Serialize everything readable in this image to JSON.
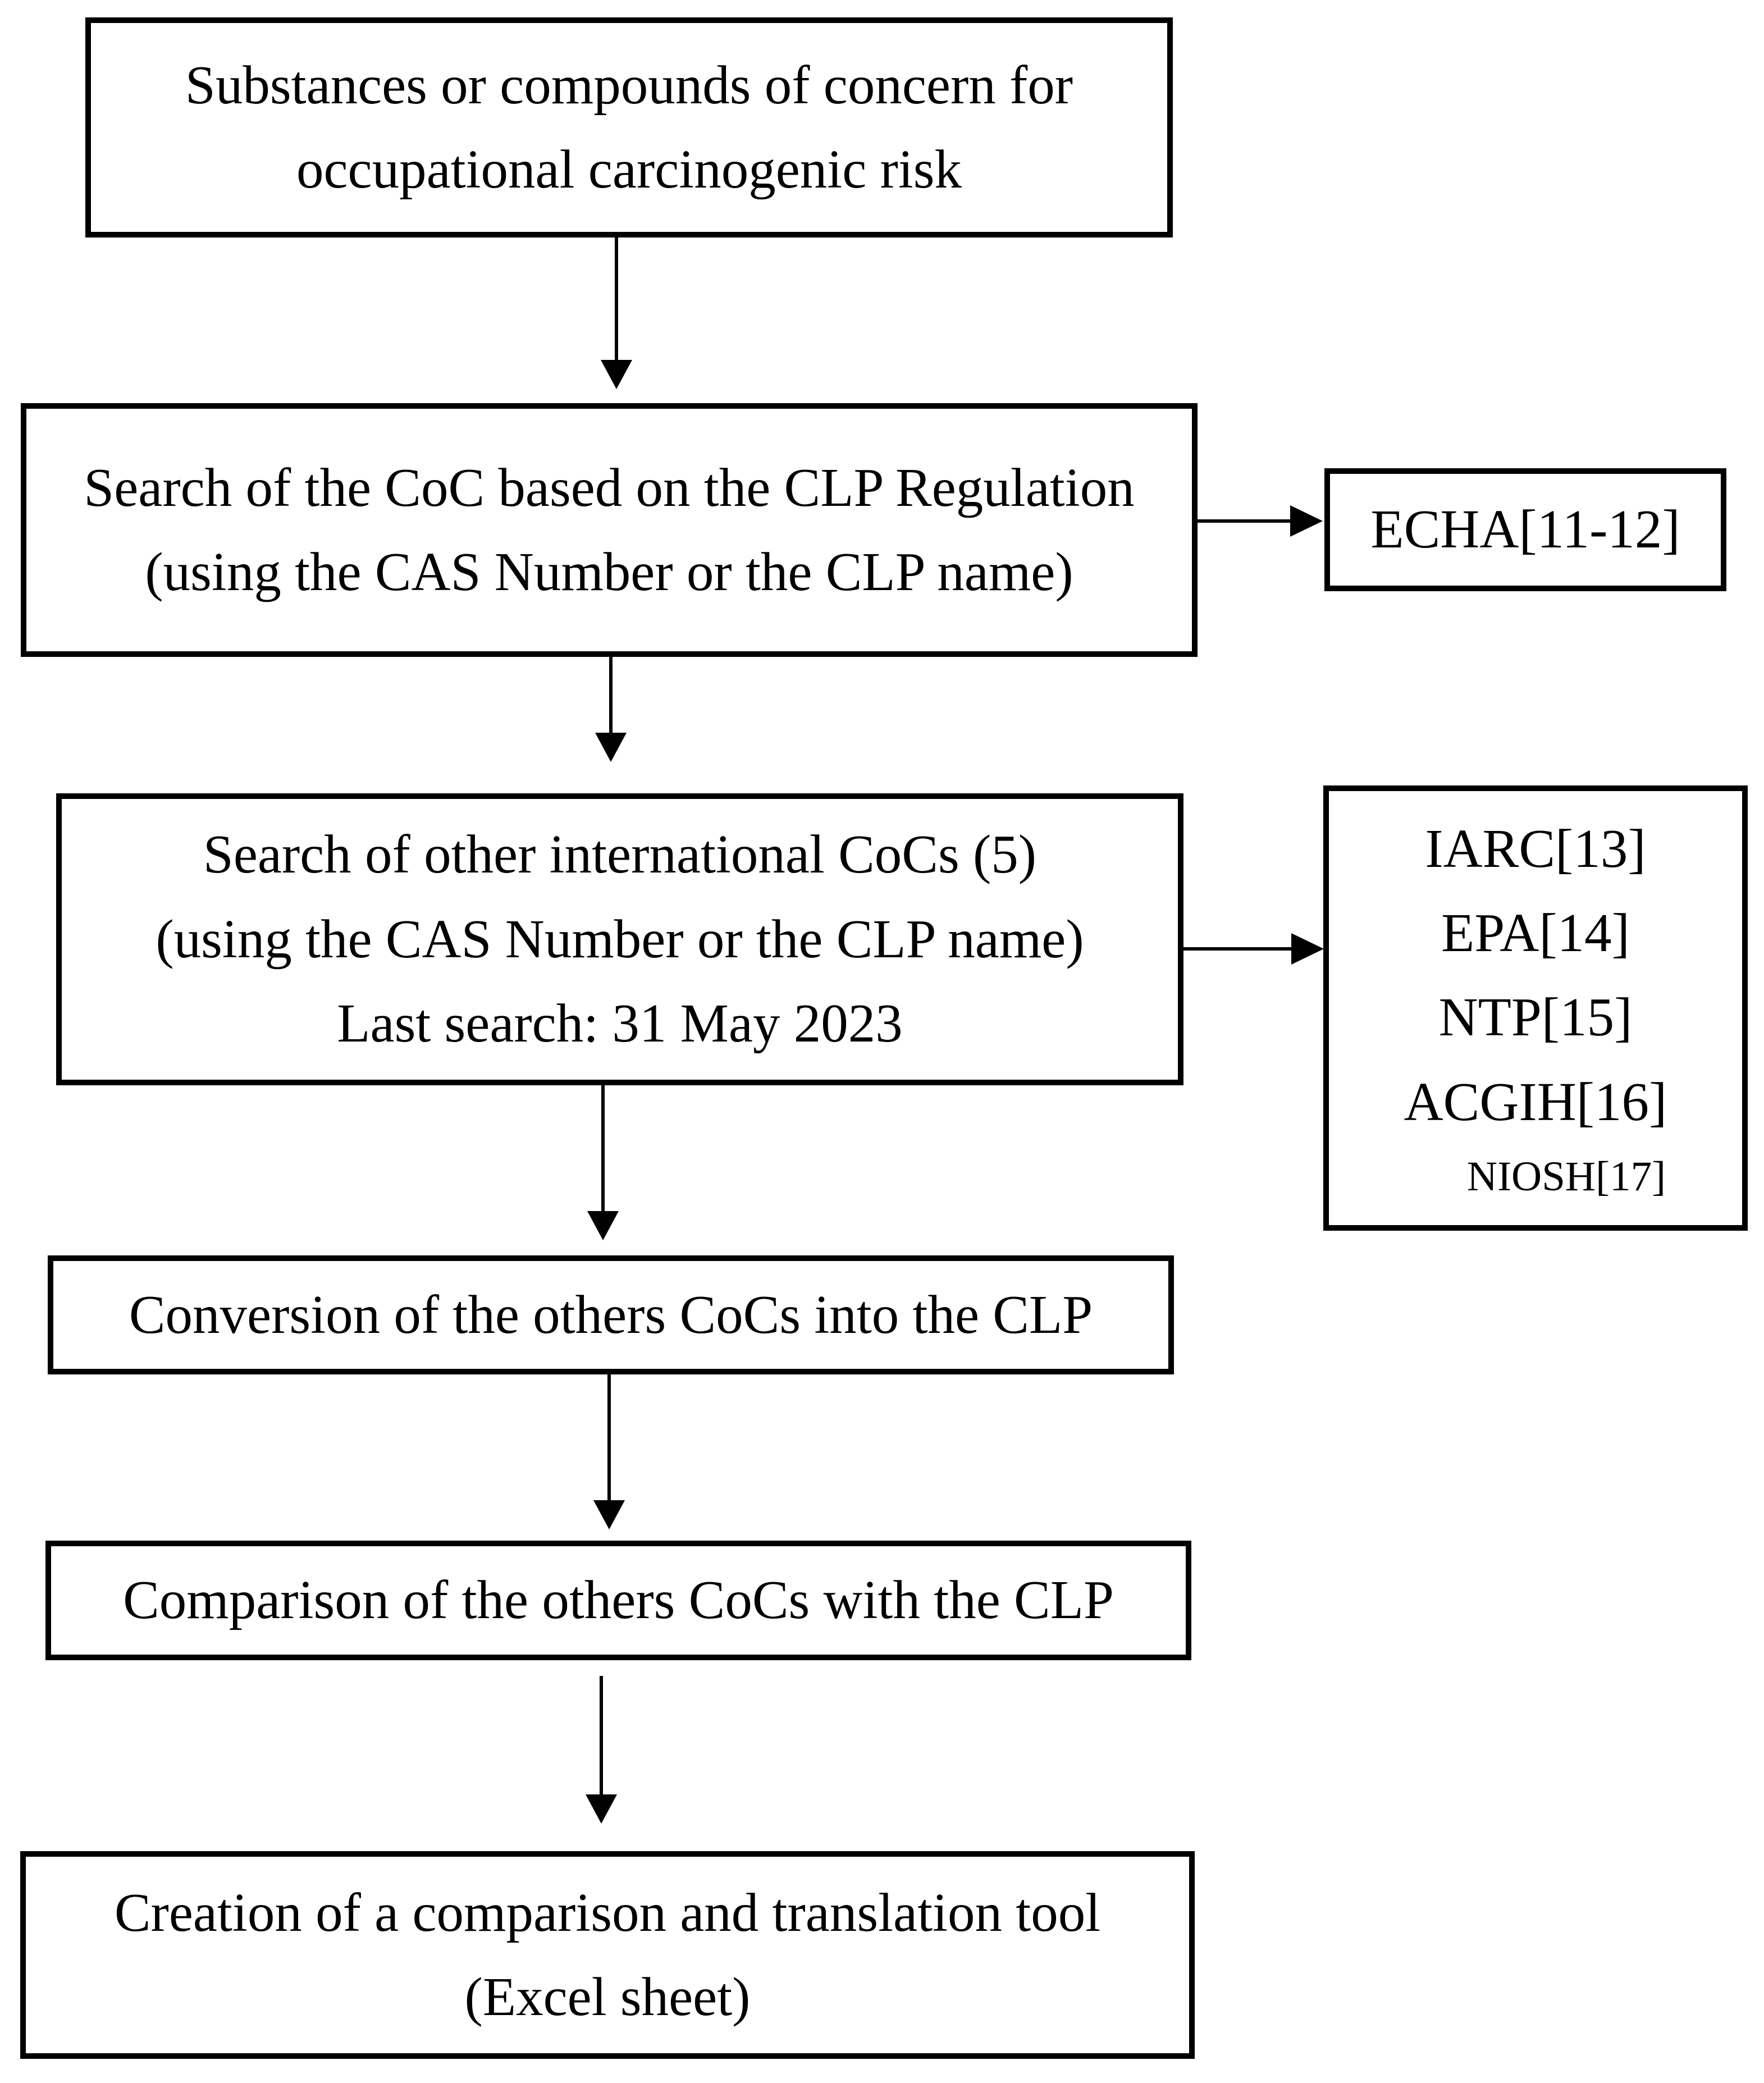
{
  "colors": {
    "ink": "#000000",
    "background": "#ffffff"
  },
  "flow": {
    "nodes": [
      {
        "id": "substances",
        "lines": [
          "Substances or compounds of concern for",
          "occupational carcinogenic risk"
        ]
      },
      {
        "id": "clp-search",
        "lines": [
          "Search of the CoC based on the CLP Regulation",
          "(using the CAS Number or the CLP name)"
        ]
      },
      {
        "id": "echa",
        "lines": [
          "ECHA[11-12]"
        ]
      },
      {
        "id": "international-search",
        "lines": [
          "Search of other international CoCs (5)",
          "(using the CAS Number or the CLP name)",
          "Last search: 31 May 2023"
        ]
      },
      {
        "id": "sources-list",
        "lines": [
          "IARC[13]",
          "EPA[14]",
          "NTP[15]",
          "ACGIH[16]",
          "NIOSH[17]"
        ]
      },
      {
        "id": "conversion",
        "lines": [
          "Conversion of the others CoCs into the CLP"
        ]
      },
      {
        "id": "comparison",
        "lines": [
          "Comparison of the others CoCs with the CLP"
        ]
      },
      {
        "id": "tool-creation",
        "lines": [
          "Creation of a comparison and translation tool",
          "(Excel sheet)"
        ]
      }
    ]
  }
}
